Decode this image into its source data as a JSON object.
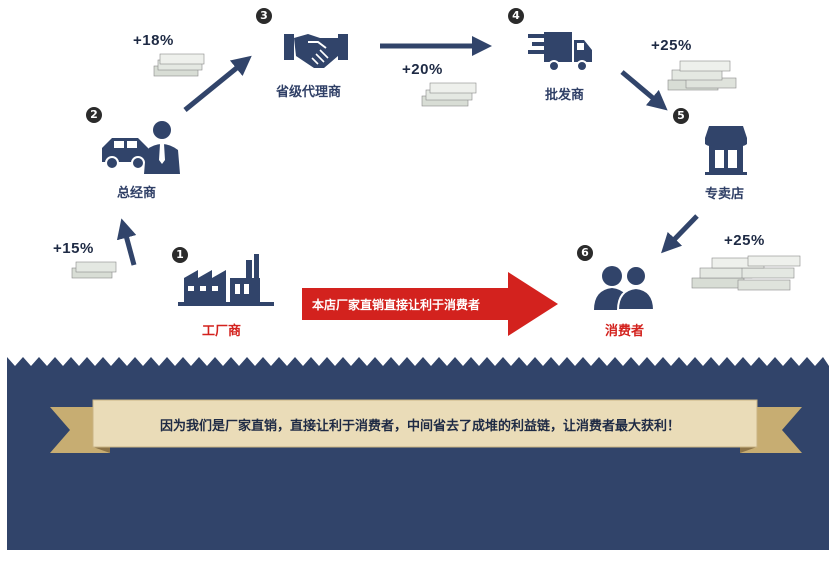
{
  "steps": [
    {
      "num": "1",
      "label": "工厂商"
    },
    {
      "num": "2",
      "label": "总经商"
    },
    {
      "num": "3",
      "label": "省级代理商"
    },
    {
      "num": "4",
      "label": "批发商"
    },
    {
      "num": "5",
      "label": "专卖店"
    },
    {
      "num": "6",
      "label": "消费者"
    }
  ],
  "markups": {
    "factory_to_general": "+15%",
    "general_to_provincial": "+18%",
    "provincial_to_wholesale": "+20%",
    "wholesale_to_store": "+25%",
    "store_to_consumer": "+25%"
  },
  "direct_arrow_text": "本店厂家直销直接让利于消费者",
  "banner_text": "因为我们是厂家直销，直接让利于消费者，中间省去了成堆的利益链，让消费者最大获利！",
  "colors": {
    "navy": "#31446a",
    "red": "#d3221e",
    "ribbon": "#e8d7b0",
    "ribbon_dark": "#c7ad72"
  }
}
